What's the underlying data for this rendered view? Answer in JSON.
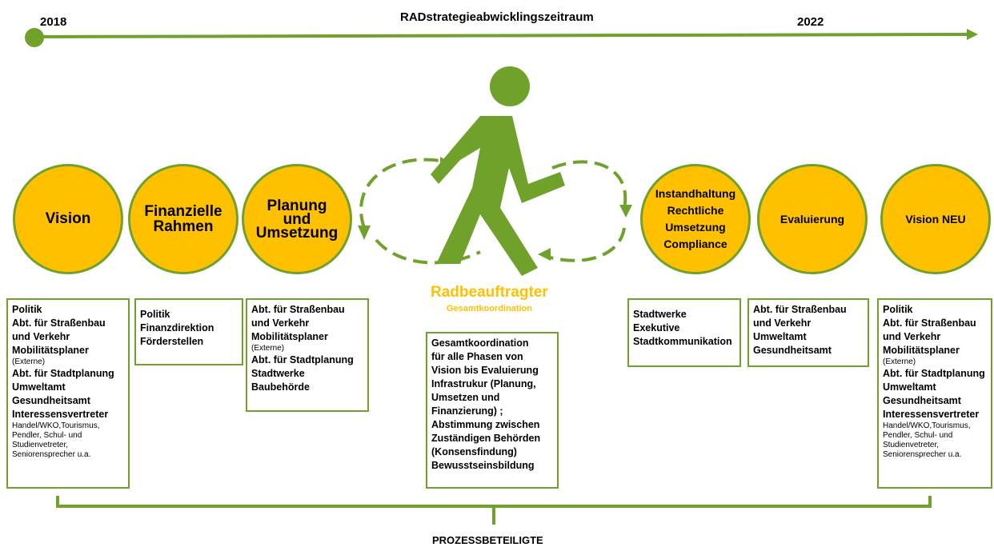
{
  "timeline": {
    "title": "RADstrategieabwicklingszeitraum",
    "start_year": "2018",
    "end_year": "2022",
    "color": "#70a12b"
  },
  "colors": {
    "accent_green": "#70a12b",
    "circle_fill": "#ffc000",
    "highlight_text": "#ffc000"
  },
  "phases": [
    {
      "label": "Vision"
    },
    {
      "label": "Finanzielle\nRahmen"
    },
    {
      "label": "Planung\nund\nUmsetzung"
    },
    {
      "label": "Instandhaltung\nRechtliche\nUmsetzung\nCompliance"
    },
    {
      "label": "Evaluierung"
    },
    {
      "label": "Vision NEU"
    }
  ],
  "center": {
    "icon": "walking-person-icon",
    "title": "Radbeauftragter",
    "subtitle": "Gesamtkoordination"
  },
  "boxes": {
    "vision": [
      {
        "text": "Politik",
        "style": "b"
      },
      {
        "text": "Abt. für Straßenbau",
        "style": "b"
      },
      {
        "text": "und Verkehr",
        "style": "b"
      },
      {
        "text": "Mobilitätsplaner",
        "style": "b"
      },
      {
        "text": "(Externe)",
        "style": "s"
      },
      {
        "text": "Abt. für Stadtplanung",
        "style": "b"
      },
      {
        "text": "Umweltamt",
        "style": "b"
      },
      {
        "text": "Gesundheitsamt",
        "style": "b"
      },
      {
        "text": "Interessensvertreter",
        "style": "b"
      },
      {
        "text": "Handel/WKO,Tourismus,",
        "style": "s"
      },
      {
        "text": "Pendler, Schul- und",
        "style": "s"
      },
      {
        "text": "Studienvetreter,",
        "style": "s"
      },
      {
        "text": "Seniorensprecher u.a.",
        "style": "s"
      }
    ],
    "finanz": [
      {
        "text": "Politik",
        "style": "b"
      },
      {
        "text": "Finanzdirektion",
        "style": "b"
      },
      {
        "text": "Förderstellen",
        "style": "b"
      }
    ],
    "planung": [
      {
        "text": "Abt. für Straßenbau",
        "style": "b"
      },
      {
        "text": "und Verkehr",
        "style": "b"
      },
      {
        "text": "Mobilitätsplaner",
        "style": "b"
      },
      {
        "text": "(Externe)",
        "style": "s"
      },
      {
        "text": "Abt. für Stadtplanung",
        "style": "b"
      },
      {
        "text": "Stadtwerke",
        "style": "b"
      },
      {
        "text": "Baubehörde",
        "style": "b"
      }
    ],
    "center": [
      {
        "text": "Gesamtkoordination",
        "style": "b"
      },
      {
        "text": "für alle Phasen von",
        "style": "b"
      },
      {
        "text": "Vision bis Evaluierung",
        "style": "b"
      },
      {
        "text": "Infrastrukur (Planung,",
        "style": "b"
      },
      {
        "text": "Umsetzen und",
        "style": "b"
      },
      {
        "text": "Finanzierung) ;",
        "style": "b"
      },
      {
        "text": "Abstimmung zwischen",
        "style": "b"
      },
      {
        "text": "Zuständigen Behörden",
        "style": "b"
      },
      {
        "text": "(Konsensfindung)",
        "style": "b"
      },
      {
        "text": "Bewusstseinsbildung",
        "style": "b"
      }
    ],
    "instand": [
      {
        "text": "Stadtwerke",
        "style": "b"
      },
      {
        "text": "Exekutive",
        "style": "b"
      },
      {
        "text": "Stadtkommunikation",
        "style": "b"
      }
    ],
    "eval": [
      {
        "text": "Abt. für Straßenbau",
        "style": "b"
      },
      {
        "text": "und Verkehr",
        "style": "b"
      },
      {
        "text": "Umweltamt",
        "style": "b"
      },
      {
        "text": "Gesundheitsamt",
        "style": "b"
      }
    ],
    "visionneu": [
      {
        "text": "Politik",
        "style": "b"
      },
      {
        "text": "Abt. für Straßenbau",
        "style": "b"
      },
      {
        "text": "und Verkehr",
        "style": "b"
      },
      {
        "text": "Mobilitätsplaner",
        "style": "b"
      },
      {
        "text": "(Externe)",
        "style": "s"
      },
      {
        "text": "Abt. für Stadtplanung",
        "style": "b"
      },
      {
        "text": "Umweltamt",
        "style": "b"
      },
      {
        "text": "Gesundheitsamt",
        "style": "b"
      },
      {
        "text": "Interessensvertreter",
        "style": "b"
      },
      {
        "text": "Handel/WKO,Tourismus,",
        "style": "s"
      },
      {
        "text": "Pendler, Schul- und",
        "style": "s"
      },
      {
        "text": "Studienvetreter,",
        "style": "s"
      },
      {
        "text": "Seniorensprecher u.a.",
        "style": "s"
      }
    ]
  },
  "bottom_label": "PROZESSBETEILIGTE"
}
